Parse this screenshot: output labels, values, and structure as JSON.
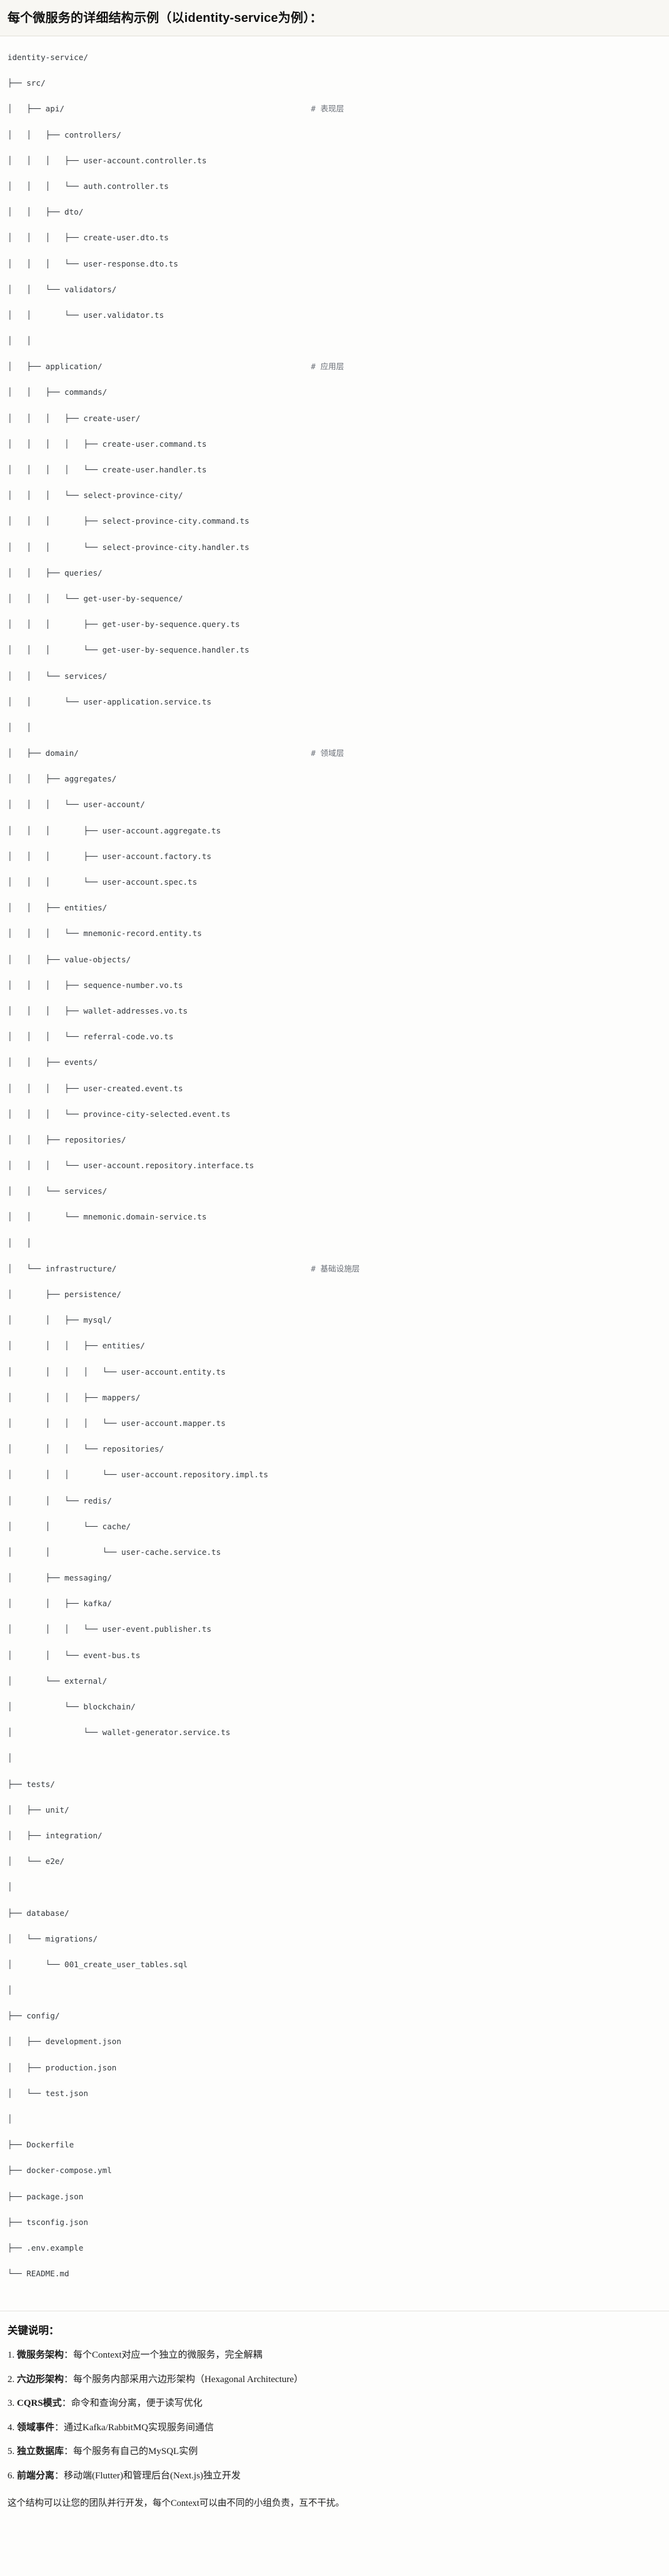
{
  "header": {
    "title_cn_1": "每个微服务的详细结构示例",
    "title_paren_open": "（以",
    "title_latin": "identity-service",
    "title_paren_close": "为例）",
    "title_colon": "：",
    "full_title": "每个微服务的详细结构示例（以identity-service为例）："
  },
  "colors": {
    "header_band_bg": "#f8f7f3",
    "page_bg": "#fdfdfc",
    "text": "#1c1c1c",
    "code_text": "#33383d",
    "comment_text": "#6b7078",
    "divider": "#e5e3dd"
  },
  "tree": {
    "comment_column": 64,
    "rows": [
      {
        "path": "identity-service/",
        "comment": ""
      },
      {
        "path": "├── src/",
        "comment": ""
      },
      {
        "path": "│   ├── api/",
        "comment": "# 表现层"
      },
      {
        "path": "│   │   ├── controllers/",
        "comment": ""
      },
      {
        "path": "│   │   │   ├── user-account.controller.ts",
        "comment": ""
      },
      {
        "path": "│   │   │   └── auth.controller.ts",
        "comment": ""
      },
      {
        "path": "│   │   ├── dto/",
        "comment": ""
      },
      {
        "path": "│   │   │   ├── create-user.dto.ts",
        "comment": ""
      },
      {
        "path": "│   │   │   └── user-response.dto.ts",
        "comment": ""
      },
      {
        "path": "│   │   └── validators/",
        "comment": ""
      },
      {
        "path": "│   │       └── user.validator.ts",
        "comment": ""
      },
      {
        "path": "│   │",
        "comment": ""
      },
      {
        "path": "│   ├── application/",
        "comment": "# 应用层"
      },
      {
        "path": "│   │   ├── commands/",
        "comment": ""
      },
      {
        "path": "│   │   │   ├── create-user/",
        "comment": ""
      },
      {
        "path": "│   │   │   │   ├── create-user.command.ts",
        "comment": ""
      },
      {
        "path": "│   │   │   │   └── create-user.handler.ts",
        "comment": ""
      },
      {
        "path": "│   │   │   └── select-province-city/",
        "comment": ""
      },
      {
        "path": "│   │   │       ├── select-province-city.command.ts",
        "comment": ""
      },
      {
        "path": "│   │   │       └── select-province-city.handler.ts",
        "comment": ""
      },
      {
        "path": "│   │   ├── queries/",
        "comment": ""
      },
      {
        "path": "│   │   │   └── get-user-by-sequence/",
        "comment": ""
      },
      {
        "path": "│   │   │       ├── get-user-by-sequence.query.ts",
        "comment": ""
      },
      {
        "path": "│   │   │       └── get-user-by-sequence.handler.ts",
        "comment": ""
      },
      {
        "path": "│   │   └── services/",
        "comment": ""
      },
      {
        "path": "│   │       └── user-application.service.ts",
        "comment": ""
      },
      {
        "path": "│   │",
        "comment": ""
      },
      {
        "path": "│   ├── domain/",
        "comment": "# 领域层"
      },
      {
        "path": "│   │   ├── aggregates/",
        "comment": ""
      },
      {
        "path": "│   │   │   └── user-account/",
        "comment": ""
      },
      {
        "path": "│   │   │       ├── user-account.aggregate.ts",
        "comment": ""
      },
      {
        "path": "│   │   │       ├── user-account.factory.ts",
        "comment": ""
      },
      {
        "path": "│   │   │       └── user-account.spec.ts",
        "comment": ""
      },
      {
        "path": "│   │   ├── entities/",
        "comment": ""
      },
      {
        "path": "│   │   │   └── mnemonic-record.entity.ts",
        "comment": ""
      },
      {
        "path": "│   │   ├── value-objects/",
        "comment": ""
      },
      {
        "path": "│   │   │   ├── sequence-number.vo.ts",
        "comment": ""
      },
      {
        "path": "│   │   │   ├── wallet-addresses.vo.ts",
        "comment": ""
      },
      {
        "path": "│   │   │   └── referral-code.vo.ts",
        "comment": ""
      },
      {
        "path": "│   │   ├── events/",
        "comment": ""
      },
      {
        "path": "│   │   │   ├── user-created.event.ts",
        "comment": ""
      },
      {
        "path": "│   │   │   └── province-city-selected.event.ts",
        "comment": ""
      },
      {
        "path": "│   │   ├── repositories/",
        "comment": ""
      },
      {
        "path": "│   │   │   └── user-account.repository.interface.ts",
        "comment": ""
      },
      {
        "path": "│   │   └── services/",
        "comment": ""
      },
      {
        "path": "│   │       └── mnemonic.domain-service.ts",
        "comment": ""
      },
      {
        "path": "│   │",
        "comment": ""
      },
      {
        "path": "│   └── infrastructure/",
        "comment": "# 基础设施层"
      },
      {
        "path": "│       ├── persistence/",
        "comment": ""
      },
      {
        "path": "│       │   ├── mysql/",
        "comment": ""
      },
      {
        "path": "│       │   │   ├── entities/",
        "comment": ""
      },
      {
        "path": "│       │   │   │   └── user-account.entity.ts",
        "comment": ""
      },
      {
        "path": "│       │   │   ├── mappers/",
        "comment": ""
      },
      {
        "path": "│       │   │   │   └── user-account.mapper.ts",
        "comment": ""
      },
      {
        "path": "│       │   │   └── repositories/",
        "comment": ""
      },
      {
        "path": "│       │   │       └── user-account.repository.impl.ts",
        "comment": ""
      },
      {
        "path": "│       │   └── redis/",
        "comment": ""
      },
      {
        "path": "│       │       └── cache/",
        "comment": ""
      },
      {
        "path": "│       │           └── user-cache.service.ts",
        "comment": ""
      },
      {
        "path": "│       ├── messaging/",
        "comment": ""
      },
      {
        "path": "│       │   ├── kafka/",
        "comment": ""
      },
      {
        "path": "│       │   │   └── user-event.publisher.ts",
        "comment": ""
      },
      {
        "path": "│       │   └── event-bus.ts",
        "comment": ""
      },
      {
        "path": "│       └── external/",
        "comment": ""
      },
      {
        "path": "│           └── blockchain/",
        "comment": ""
      },
      {
        "path": "│               └── wallet-generator.service.ts",
        "comment": ""
      },
      {
        "path": "│",
        "comment": ""
      },
      {
        "path": "├── tests/",
        "comment": ""
      },
      {
        "path": "│   ├── unit/",
        "comment": ""
      },
      {
        "path": "│   ├── integration/",
        "comment": ""
      },
      {
        "path": "│   └── e2e/",
        "comment": ""
      },
      {
        "path": "│",
        "comment": ""
      },
      {
        "path": "├── database/",
        "comment": ""
      },
      {
        "path": "│   └── migrations/",
        "comment": ""
      },
      {
        "path": "│       └── 001_create_user_tables.sql",
        "comment": ""
      },
      {
        "path": "│",
        "comment": ""
      },
      {
        "path": "├── config/",
        "comment": ""
      },
      {
        "path": "│   ├── development.json",
        "comment": ""
      },
      {
        "path": "│   ├── production.json",
        "comment": ""
      },
      {
        "path": "│   └── test.json",
        "comment": ""
      },
      {
        "path": "│",
        "comment": ""
      },
      {
        "path": "├── Dockerfile",
        "comment": ""
      },
      {
        "path": "├── docker-compose.yml",
        "comment": ""
      },
      {
        "path": "├── package.json",
        "comment": ""
      },
      {
        "path": "├── tsconfig.json",
        "comment": ""
      },
      {
        "path": "├── .env.example",
        "comment": ""
      },
      {
        "path": "└── README.md",
        "comment": ""
      }
    ]
  },
  "notes": {
    "title": "关键说明：",
    "items": [
      {
        "num": "1.",
        "term": "微服务架构",
        "colon": "：",
        "desc": "每个Context对应一个独立的微服务，完全解耦"
      },
      {
        "num": "2.",
        "term": "六边形架构",
        "colon": "：",
        "desc": "每个服务内部采用六边形架构（Hexagonal Architecture）"
      },
      {
        "num": "3.",
        "term": "CQRS模式",
        "colon": "：",
        "desc": "命令和查询分离，便于读写优化"
      },
      {
        "num": "4.",
        "term": "领域事件",
        "colon": "：",
        "desc": "通过Kafka/RabbitMQ实现服务间通信"
      },
      {
        "num": "5.",
        "term": "独立数据库",
        "colon": "：",
        "desc": "每个服务有自己的MySQL实例"
      },
      {
        "num": "6.",
        "term": "前端分离",
        "colon": "：",
        "desc": "移动端(Flutter)和管理后台(Next.js)独立开发"
      }
    ],
    "footer": "这个结构可以让您的团队并行开发，每个Context可以由不同的小组负责，互不干扰。"
  }
}
